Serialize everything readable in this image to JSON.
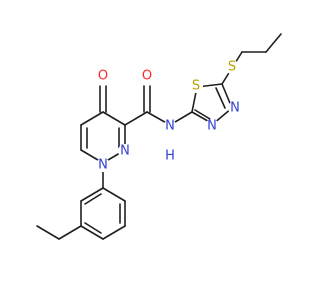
{
  "molecule": {
    "atoms": {
      "o_ketone": {
        "label": "O",
        "color": "#ff2a2a"
      },
      "o_amide": {
        "label": "O",
        "color": "#ff2a2a"
      },
      "n_amide": {
        "label": "N",
        "color": "#2f3fd6"
      },
      "h_amide": {
        "label": "H",
        "color": "#2f3fd6"
      },
      "n_pyr1": {
        "label": "N",
        "color": "#2f3fd6"
      },
      "n_pyr2": {
        "label": "N",
        "color": "#2f3fd6"
      },
      "n_thd3": {
        "label": "N",
        "color": "#2f3fd6"
      },
      "n_thd4": {
        "label": "N",
        "color": "#2f3fd6"
      },
      "s_ring": {
        "label": "S",
        "color": "#b8a000"
      },
      "s_thioether": {
        "label": "S",
        "color": "#b8a000"
      }
    },
    "bond_color": "#1f1f1f"
  }
}
